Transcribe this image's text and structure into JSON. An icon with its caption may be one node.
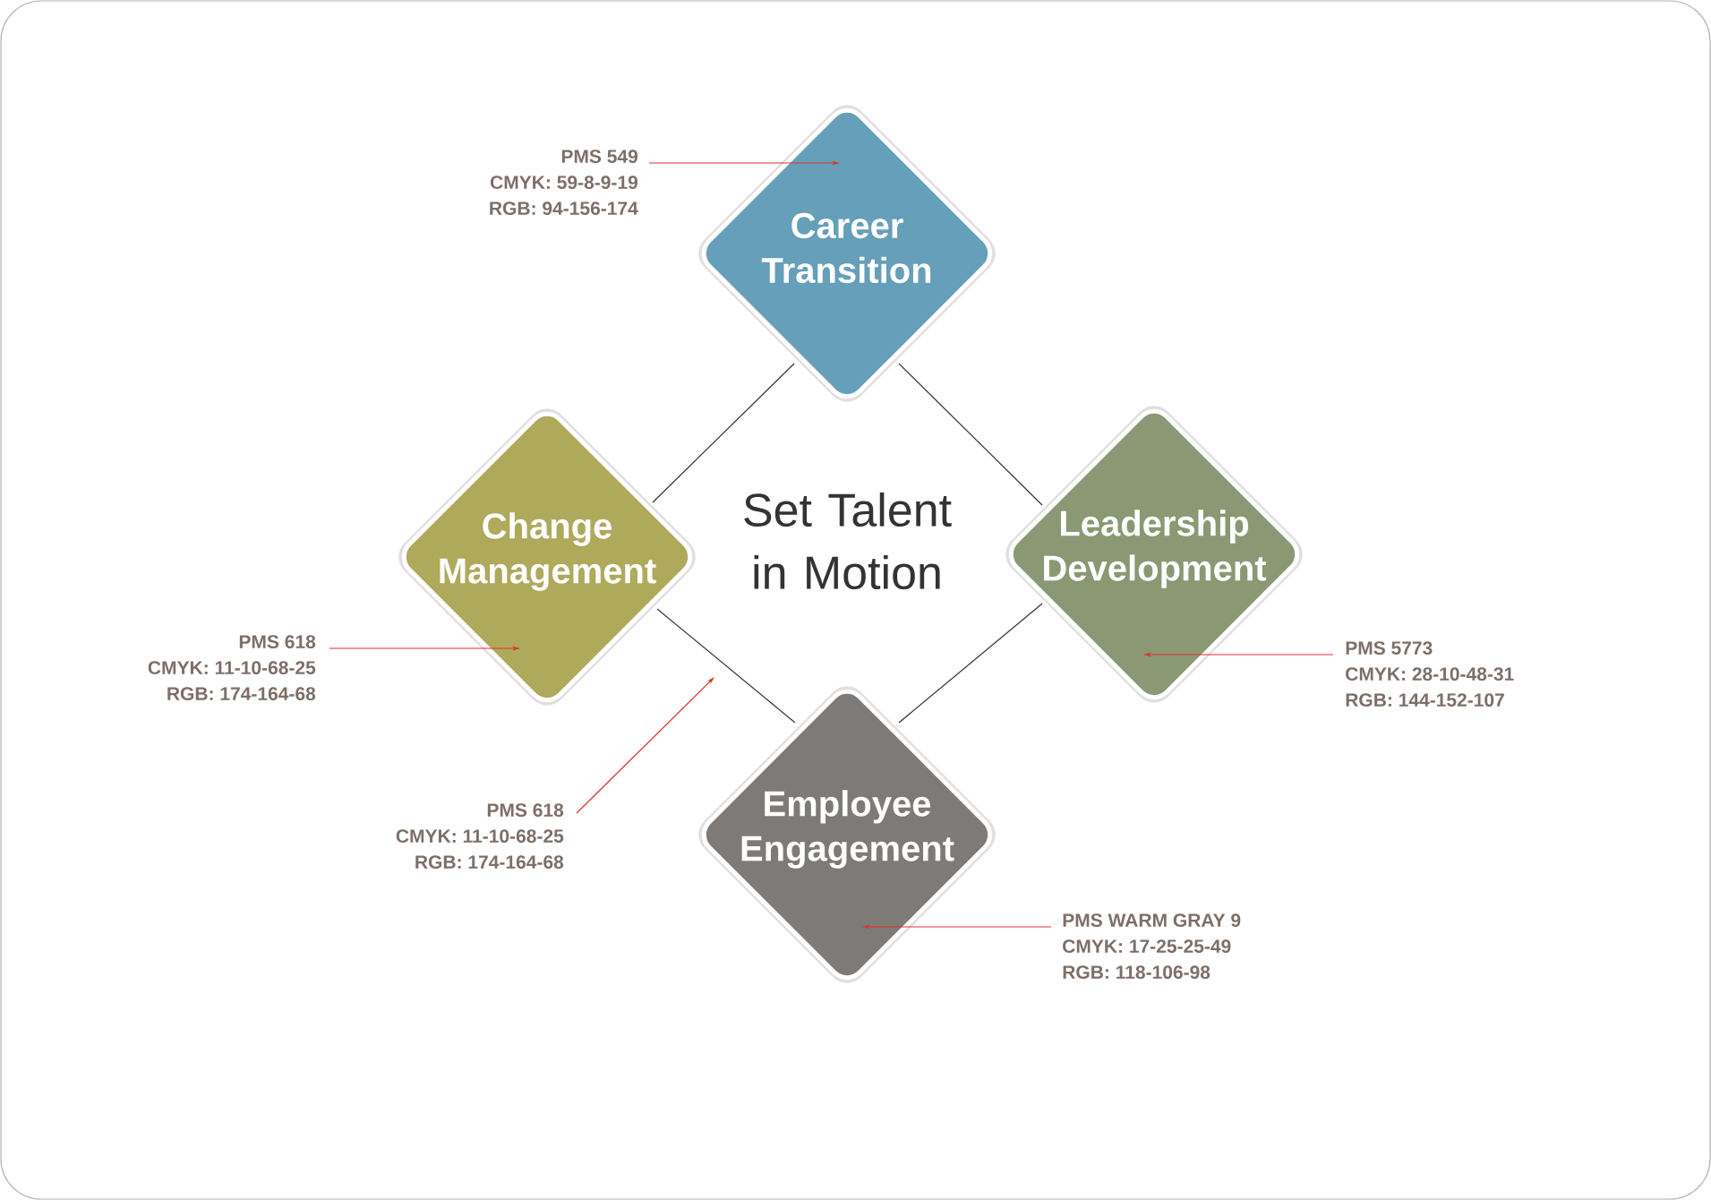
{
  "diagram": {
    "nodes": [
      {
        "text": [
          "Career Transition"
        ]
      },
      {
        "text": [
          "Change Management"
        ]
      },
      {
        "text": [
          "Leadership Development"
        ]
      },
      {
        "text": [
          "Employee Engagement"
        ]
      },
      {
        "text": [
          "PMS 549",
          "CMYK: 59-8-9-19",
          "RGB: 94-156-174"
        ]
      },
      {
        "text": [
          "PMS 618",
          "CMYK: 11-10-68-25",
          "RGB: 174-164-68"
        ]
      },
      {
        "text": [
          "PMS 5773",
          "CMYK: 28-10-48-31",
          "RGB: 144-152-107"
        ]
      },
      {
        "text": [
          "PMS 618",
          "CMYK: 11-10-68-25",
          "RGB: 174-164-68"
        ]
      },
      {
        "text": [
          "PMS WARM GRAY 9",
          "CMYK: 17-25-25-49",
          "RGB: 118-106-98"
        ]
      }
    ],
    "edges": [
      {
        "from": 0,
        "to": 1,
        "arrow": "none",
        "color": "#333333"
      },
      {
        "from": 0,
        "to": 2,
        "arrow": "none",
        "color": "#333333"
      },
      {
        "from": 1,
        "to": 3,
        "arrow": "none",
        "color": "#333333"
      },
      {
        "from": 2,
        "to": 3,
        "arrow": "none",
        "color": "#333333"
      },
      {
        "from": 4,
        "to": 0,
        "arrow": "to"
      },
      {
        "from": 5,
        "to": 1,
        "arrow": "to"
      },
      {
        "from": 6,
        "to": 2,
        "arrow": "to"
      },
      {
        "from": 7,
        "to": null,
        "arrow": "to"
      },
      {
        "from": 8,
        "to": 3,
        "arrow": "to"
      }
    ],
    "labels": [
      "Set Talent in Motion"
    ]
  }
}
